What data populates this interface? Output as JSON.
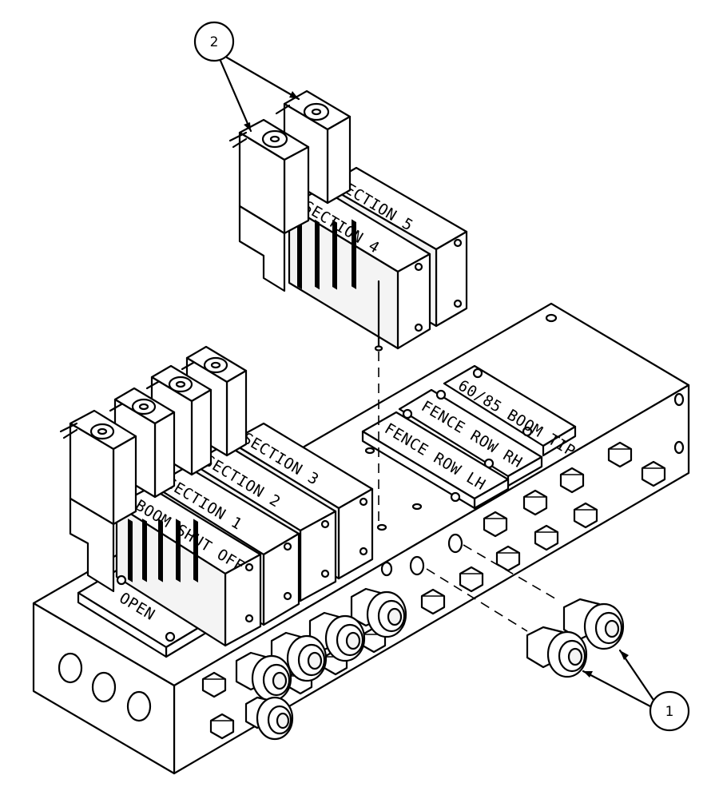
{
  "callouts": {
    "c1": "1",
    "c2": "2"
  },
  "labels": {
    "section_1": "SECTION 1",
    "section_2": "SECTION 2",
    "section_3": "SECTION 3",
    "section_4": "SECTION 4",
    "section_5": "SECTION 5",
    "boom_shut_off": "BOOM SHUT OFF",
    "open": "OPEN",
    "fence_row_lh": "FENCE ROW LH",
    "fence_row_rh": "FENCE ROW RH",
    "boom_tip": "60/85 BOOM TIP"
  }
}
